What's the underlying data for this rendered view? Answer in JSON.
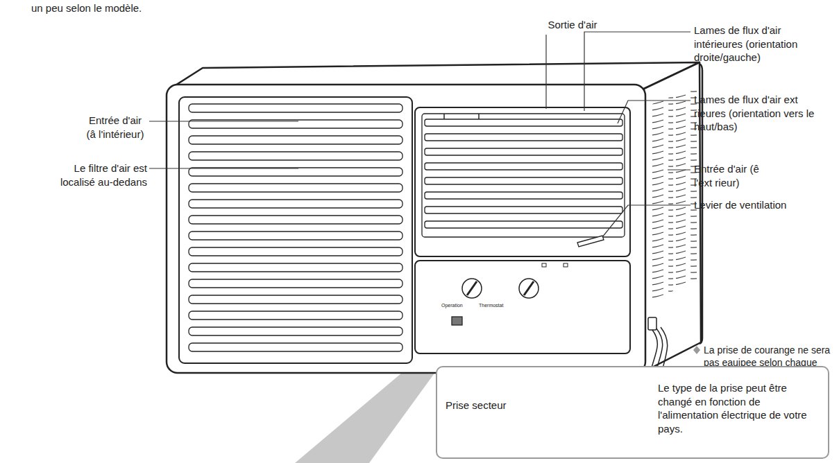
{
  "diagram": {
    "nodes": [
      {
        "text": [
          "Prise secteur",
          "Le type de la prise peut être changé en fonction de l'alimentation électrique de votre pays."
        ]
      }
    ],
    "labels": [
      "un peu selon le modèle.",
      "Sortie d'air",
      "Lames de flux d'air intérieures (orientation droite/gauche)",
      "Entrée d'air (â l'intérieur)",
      "Le filtre d'air est localisé au-dedans",
      "Lames de flux d'air ext rieures (orientation vers le haut/bas)",
      "Entrée d'air (ê l'ext rieur)",
      "Levier de ventilation",
      "La prise de courange ne sera pas eauipee selon chaque modèle.",
      "Operation",
      "Thermostat"
    ]
  }
}
